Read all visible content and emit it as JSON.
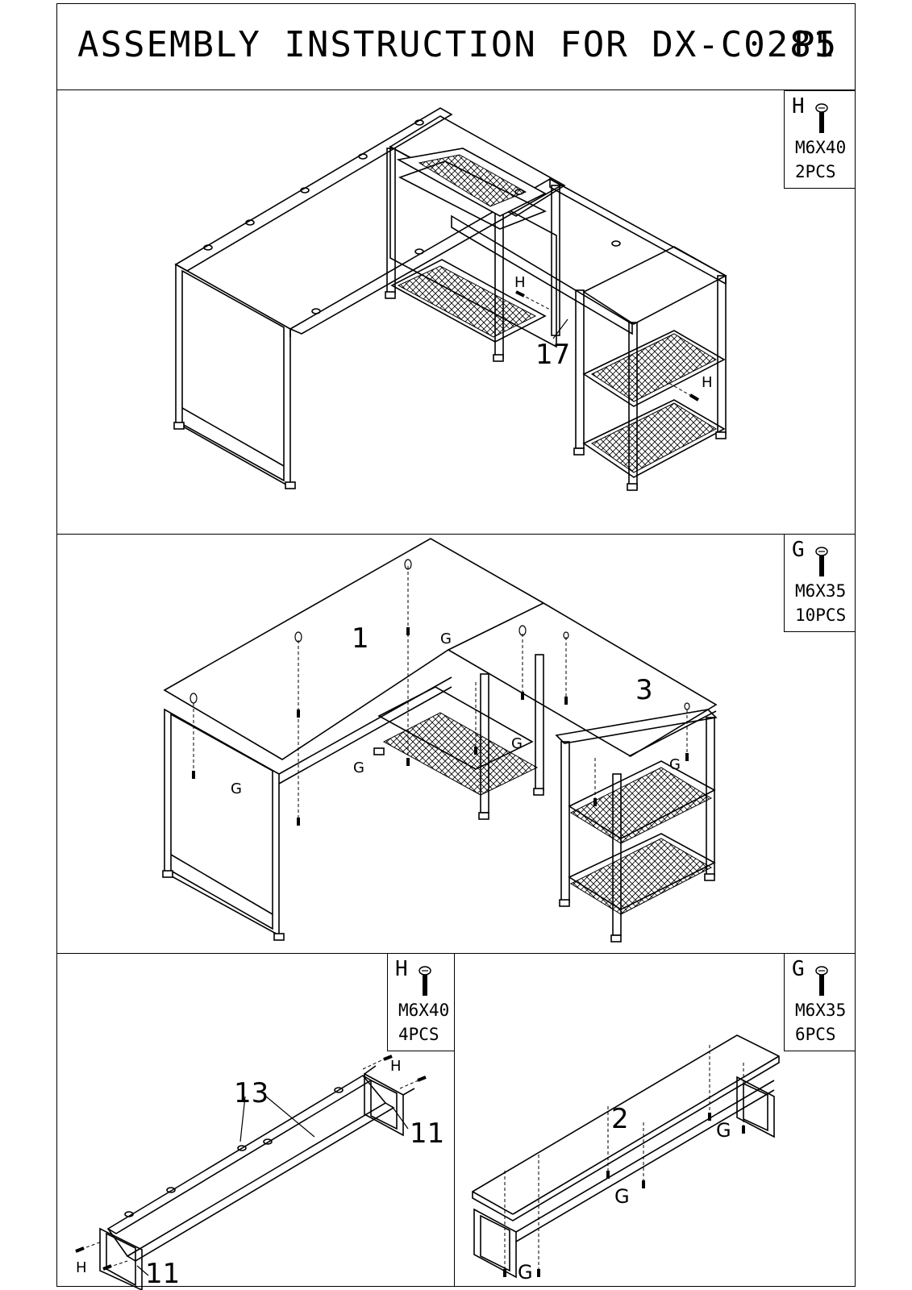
{
  "header": {
    "title": "ASSEMBLY INSTRUCTION FOR DX-C0281",
    "page": "P5"
  },
  "panels": {
    "step1": {
      "hardware": {
        "letter": "H",
        "size": "M6X40",
        "qty": "2PCS"
      },
      "labels": {
        "part": "17",
        "h_top": "H",
        "h_right": "H"
      }
    },
    "step2": {
      "hardware": {
        "letter": "G",
        "size": "M6X35",
        "qty": "10PCS"
      },
      "labels": {
        "part_left": "1",
        "part_right": "3",
        "g1": "G",
        "g2": "G",
        "g3": "G",
        "g4": "G",
        "g5": "G"
      }
    },
    "step3": {
      "hardware": {
        "letter": "H",
        "size": "M6X40",
        "qty": "4PCS"
      },
      "labels": {
        "bar": "13",
        "end_top": "11",
        "end_bottom": "11",
        "h_top": "H",
        "h_bottom": "H"
      }
    },
    "step4": {
      "hardware": {
        "letter": "G",
        "size": "M6X35",
        "qty": "6PCS"
      },
      "labels": {
        "board": "2",
        "g_right": "G",
        "g_mid": "G",
        "g_bottom": "G"
      }
    }
  }
}
